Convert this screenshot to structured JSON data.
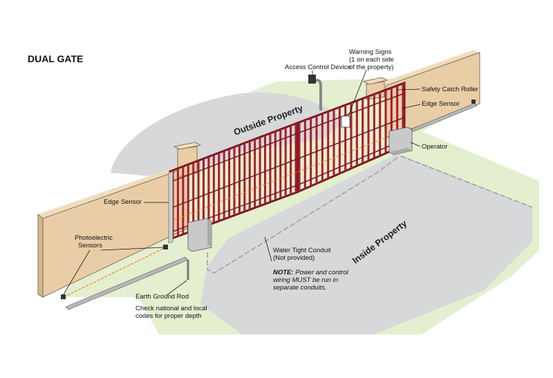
{
  "title": "DUAL GATE",
  "areas": {
    "outside": "Outside Property",
    "inside": "Inside Property"
  },
  "labels": {
    "access_control": "Access Control Device",
    "warning_1": "Warning Signs",
    "warning_2": "(1 on each side",
    "warning_3": "of the property)",
    "safety_catch": "Safety Catch Roller",
    "edge_sensor_right": "Edge Sensor",
    "operator": "Operator",
    "edge_sensor_left": "Edge Sensor",
    "photo_1": "Photoelectric",
    "photo_2": "Sensors",
    "conduit_1": "Water Tight Conduit",
    "conduit_2": "(Not provided)",
    "note_label": "NOTE:",
    "note_1": "Power and control",
    "note_2": "wiring MUST be run in",
    "note_3": "separate conduits.",
    "ground_1": "Earth Ground Rod",
    "ground_2": "Check national and local",
    "ground_3": "codes for proper depth"
  },
  "colors": {
    "wall": "#e8cda6",
    "wall_side": "#d6b68a",
    "gate": "#a51f2c",
    "gate_dark": "#7c1620",
    "pavement": "#d7d8da",
    "grass": "#e4efcf",
    "operator": "#c9c9c9",
    "sensor_wire": "#f07b1a"
  }
}
